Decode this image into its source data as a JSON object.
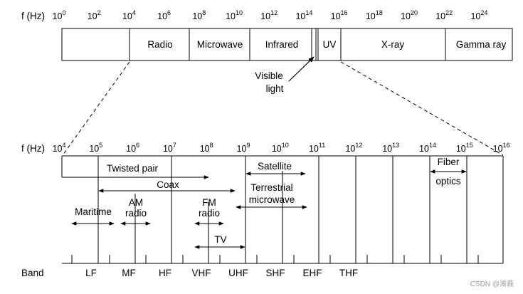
{
  "top": {
    "axis_label": "f (Hz)",
    "ticks": [
      {
        "base": "10",
        "exp": "0"
      },
      {
        "base": "10",
        "exp": "2"
      },
      {
        "base": "10",
        "exp": "4"
      },
      {
        "base": "10",
        "exp": "6"
      },
      {
        "base": "10",
        "exp": "8"
      },
      {
        "base": "10",
        "exp": "10"
      },
      {
        "base": "10",
        "exp": "12"
      },
      {
        "base": "10",
        "exp": "14"
      },
      {
        "base": "10",
        "exp": "16"
      },
      {
        "base": "10",
        "exp": "18"
      },
      {
        "base": "10",
        "exp": "20"
      },
      {
        "base": "10",
        "exp": "22"
      },
      {
        "base": "10",
        "exp": "24"
      }
    ],
    "regions": [
      "Radio",
      "Microwave",
      "Infrared",
      "UV",
      "X-ray",
      "Gamma ray"
    ],
    "visible_label_1": "Visible",
    "visible_label_2": "light"
  },
  "bottom": {
    "axis_label": "f (Hz)",
    "ticks": [
      {
        "base": "10",
        "exp": "4"
      },
      {
        "base": "10",
        "exp": "5"
      },
      {
        "base": "10",
        "exp": "6"
      },
      {
        "base": "10",
        "exp": "7"
      },
      {
        "base": "10",
        "exp": "8"
      },
      {
        "base": "10",
        "exp": "9"
      },
      {
        "base": "10",
        "exp": "10"
      },
      {
        "base": "10",
        "exp": "11"
      },
      {
        "base": "10",
        "exp": "12"
      },
      {
        "base": "10",
        "exp": "13"
      },
      {
        "base": "10",
        "exp": "14"
      },
      {
        "base": "10",
        "exp": "15"
      },
      {
        "base": "10",
        "exp": "16"
      }
    ],
    "media": {
      "twisted_pair": "Twisted pair",
      "coax": "Coax",
      "satellite": "Satellite",
      "terrestrial_1": "Terrestrial",
      "terrestrial_2": "microwave",
      "fiber_1": "Fiber",
      "fiber_2": "optics",
      "am_1": "AM",
      "am_2": "radio",
      "fm_1": "FM",
      "fm_2": "radio",
      "maritime": "Maritime",
      "tv": "TV"
    },
    "band_label": "Band",
    "bands": [
      "LF",
      "MF",
      "HF",
      "VHF",
      "UHF",
      "SHF",
      "EHF",
      "THF"
    ]
  },
  "watermark": "CSDN @渝莪"
}
